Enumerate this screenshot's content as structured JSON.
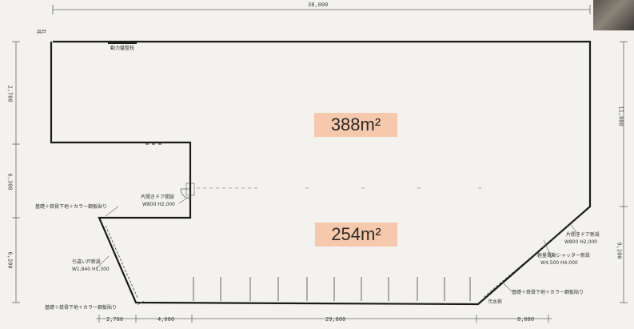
{
  "areas": {
    "upper": "388m²",
    "lower": "254m²"
  },
  "dimensions": {
    "total_width": "38,000",
    "bottom": [
      "2,780",
      "4,000",
      "29,800",
      "8,080"
    ],
    "left": [
      "2,780",
      "6,300",
      "6,200"
    ],
    "right": [
      "11,000",
      "9,200"
    ]
  },
  "notes": {
    "well": "井戸",
    "power_panel": "動力盤整枝",
    "door_opening_1": "片開きドア開設",
    "door_opening_1_size": "W800 H2,000",
    "left_wall_finish": "基礎＋鉄骨下地＋カラー鋼板貼り",
    "sliding_door": "引違い戸新設",
    "sliding_door_size": "W1,840 H1,300",
    "bottom_wall_finish": "基礎＋鉄骨下地＋カラー鋼板貼り",
    "door_opening_2": "片開きドア新設",
    "door_opening_2_size": "W800 H2,000",
    "shutter": "軽量電動シャッター新設",
    "shutter_size": "W4,500 H4,000",
    "right_wall_finish": "基礎＋鉄骨下地＋カラー鋼板貼り",
    "drain": "汚水桝"
  },
  "colors": {
    "area_fill": "#f6c9ac",
    "wall": "#1a1a1a",
    "paper": "#f3f2ee"
  }
}
